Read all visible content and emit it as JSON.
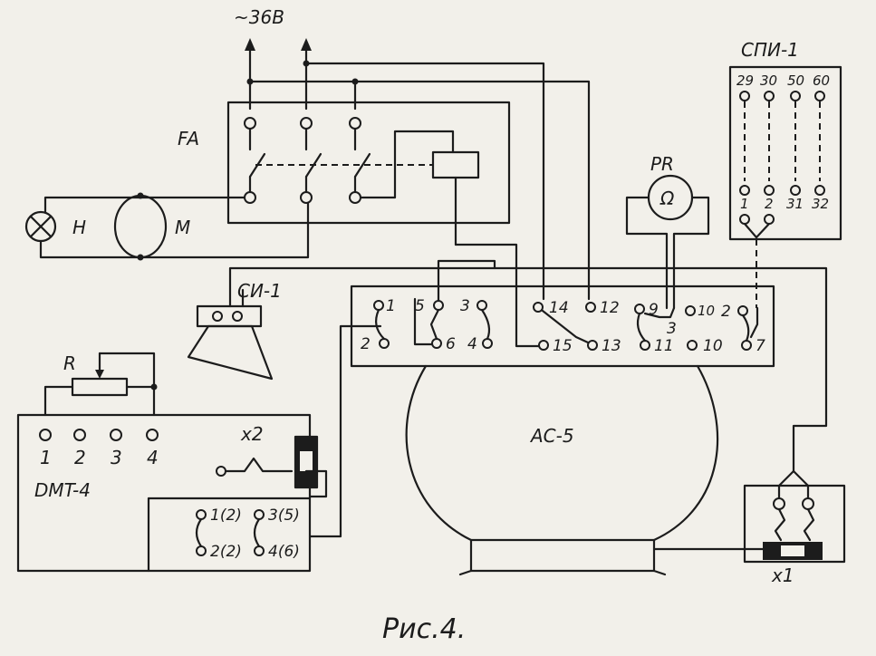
{
  "diagram": {
    "supply_label": "~36В",
    "labels": {
      "fa": "FA",
      "h": "H",
      "m": "M",
      "pr": "PR",
      "ohm": "Ω",
      "spi": "СПИ-1",
      "si": "СИ-1",
      "r": "R",
      "dmt": "DMT-4",
      "x2": "x2",
      "x1": "x1",
      "ac": "AC-5"
    },
    "spi_top": [
      "29",
      "30",
      "50",
      "60"
    ],
    "spi_bottom": [
      "1",
      "2",
      "31",
      "32"
    ],
    "dmt_terminals": [
      "1",
      "2",
      "3",
      "4"
    ],
    "dmt_contacts": [
      "1(2)",
      "3(5)",
      "2(2)",
      "4(6)"
    ],
    "ac_terminals": {
      "t1": "1",
      "t2": "2",
      "t5": "5",
      "t6": "6",
      "t3": "3",
      "t4": "4",
      "t14": "14",
      "t12": "12",
      "t9": "9",
      "t15": "15",
      "t13": "13",
      "t11": "11",
      "t10a": "10",
      "t2b": "2",
      "t10b": "10",
      "t7": "7",
      "t3b": "3"
    },
    "caption": "Рис.4."
  }
}
